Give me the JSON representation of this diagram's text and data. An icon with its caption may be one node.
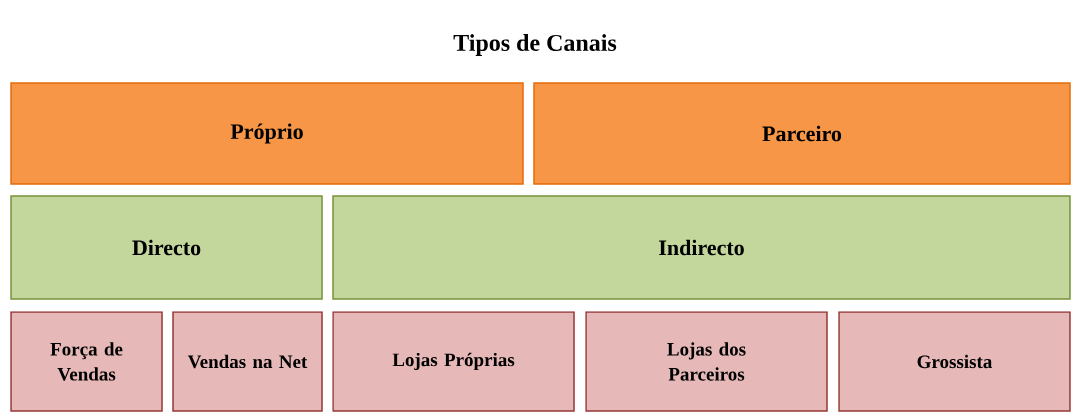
{
  "diagram": {
    "title": "Tipos de Canais",
    "nodes": [
      {
        "text": [
          "Próprio"
        ]
      },
      {
        "text": [
          "Parceiro"
        ]
      },
      {
        "text": [
          "Directo"
        ]
      },
      {
        "text": [
          "Indirecto"
        ]
      },
      {
        "text": [
          "Força de Vendas"
        ]
      },
      {
        "text": [
          "Vendas na Net"
        ]
      },
      {
        "text": [
          "Lojas Próprias"
        ]
      },
      {
        "text": [
          "Lojas dos Parceiros"
        ]
      },
      {
        "text": [
          "Grossista"
        ]
      }
    ]
  }
}
